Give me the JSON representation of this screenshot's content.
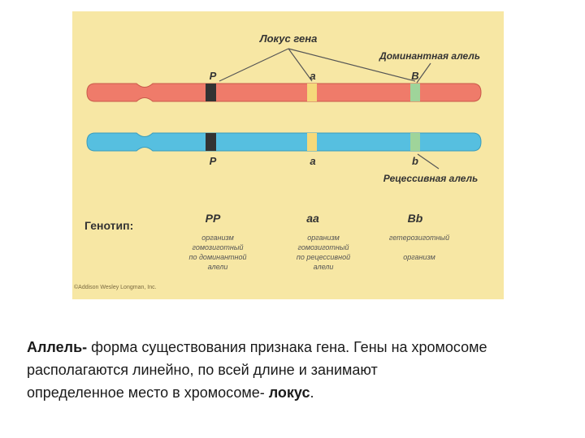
{
  "labels": {
    "locus": "Локус гена",
    "dominant": "Доминантная алель",
    "recessive": "Рецессивная алель",
    "genotype": "Генотип:"
  },
  "top_chromosome": {
    "color": "#ef7b6a",
    "alleles": [
      "P",
      "a",
      "B"
    ]
  },
  "bottom_chromosome": {
    "color": "#56bfe0",
    "alleles": [
      "P",
      "a",
      "b"
    ]
  },
  "genotypes": [
    {
      "code": "PP",
      "lines": [
        "организм",
        "гомозиготный",
        "по доминантной",
        "алели"
      ]
    },
    {
      "code": "aa",
      "lines": [
        "организм",
        "гомозиготный",
        "по рецессивной",
        "алели"
      ]
    },
    {
      "code": "Bb",
      "lines": [
        "гетерозиготный",
        "",
        "организм"
      ]
    }
  ],
  "copyright": "©Addison Wesley Longman, Inc.",
  "caption": {
    "term": "Аллель-",
    "text1": " форма существования признака гена. Гены на хромосоме",
    "text2": "располагаются линейно, по всей длине и занимают",
    "text3": "определенное место в хромосоме- ",
    "locus_word": "локус",
    "end": "."
  },
  "colors": {
    "panel": "#f7e7a4",
    "black_band": "#333333",
    "yellow_band": "#f5d97a",
    "green_band": "#9fd49a"
  }
}
